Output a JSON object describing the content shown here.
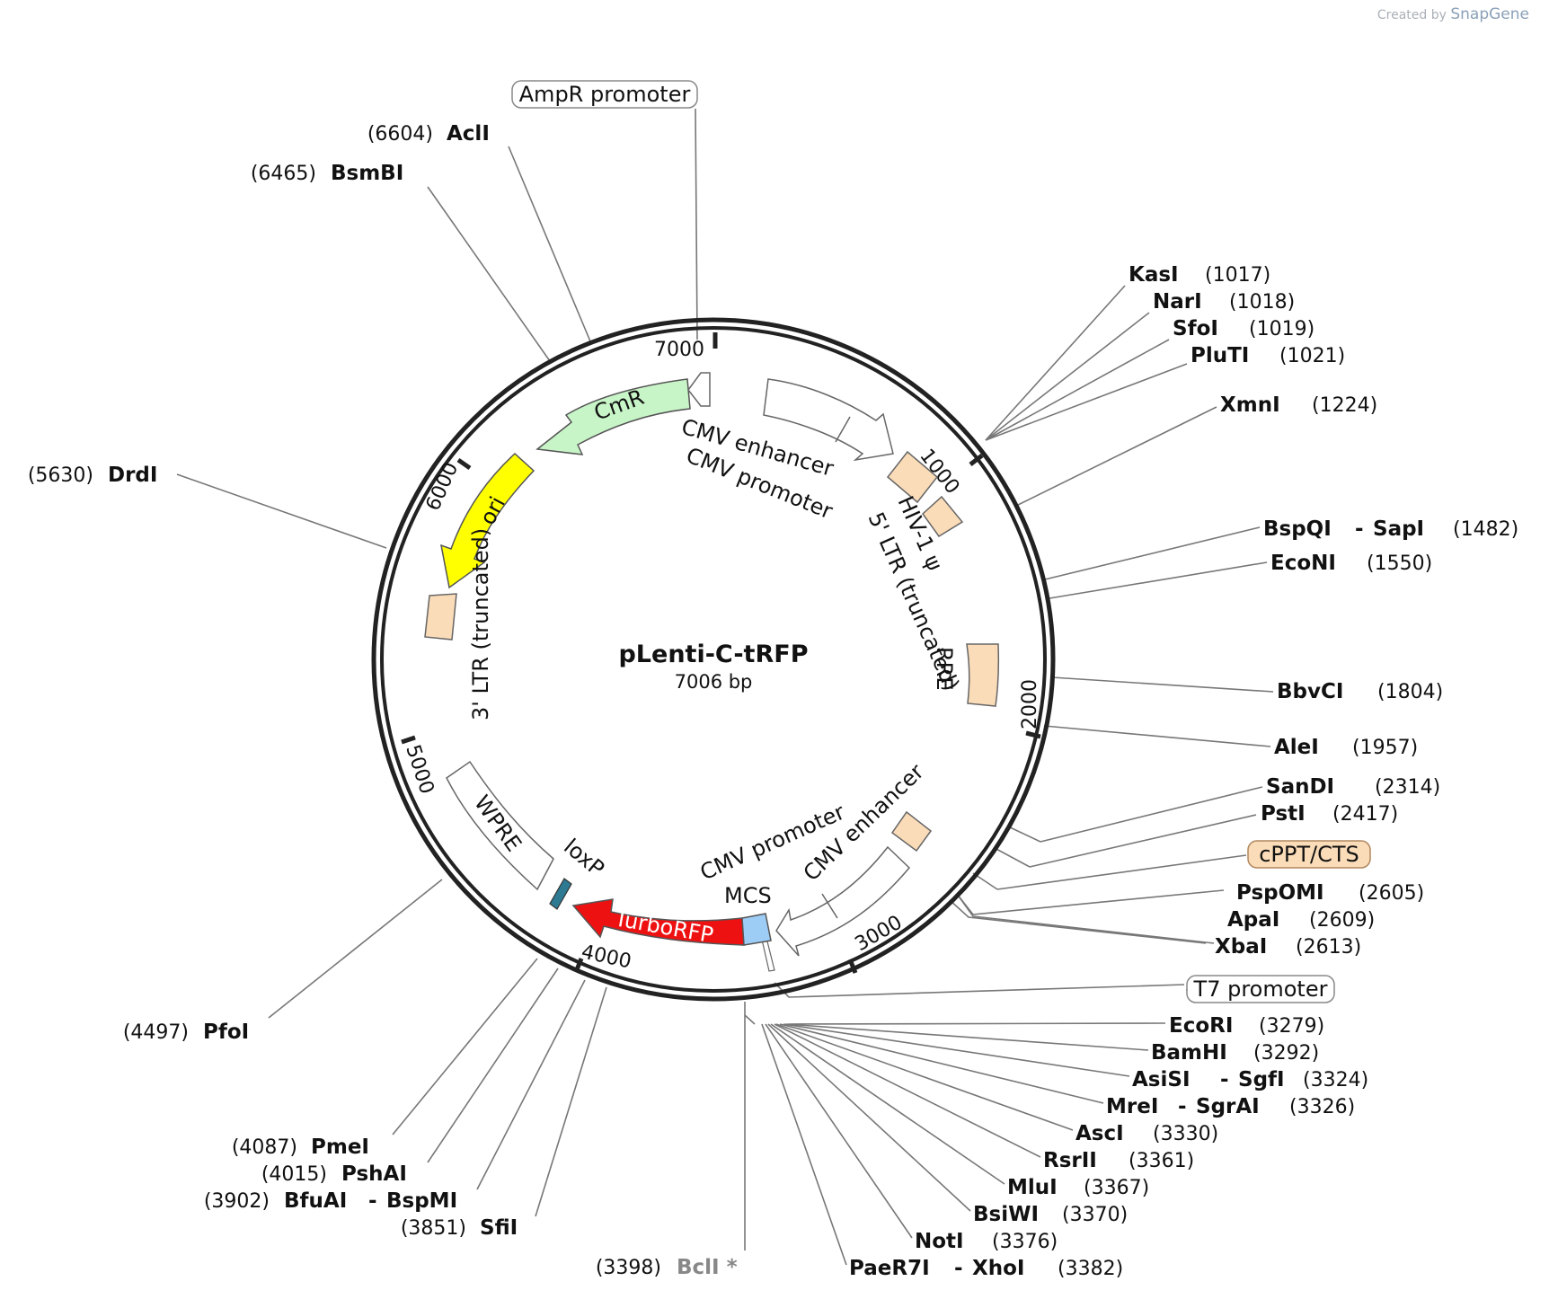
{
  "credit": {
    "prefix": "Created by",
    "brand": "SnapGene"
  },
  "plasmid": {
    "name": "pLenti-C-tRFP",
    "size": "7006 bp",
    "length": 7006
  },
  "ticks": [
    "1000",
    "2000",
    "3000",
    "4000",
    "5000",
    "6000",
    "7000"
  ],
  "features": [
    {
      "id": "cmr",
      "label": "CmR",
      "color": "#c8f5c8"
    },
    {
      "id": "ori",
      "label": "ori",
      "color": "#ffff00"
    },
    {
      "id": "cmv-top",
      "label1": "CMV enhancer",
      "label2": "CMV promoter",
      "color": "#ffffff"
    },
    {
      "id": "ltr5",
      "label": "5' LTR (truncated)",
      "color": "#fbdcb8"
    },
    {
      "id": "psi",
      "label": "HIV-1 ψ",
      "color": "#fbdcb8"
    },
    {
      "id": "rre",
      "label": "RRE",
      "color": "#fbdcb8"
    },
    {
      "id": "ltr3",
      "label": "3' LTR (truncated)",
      "color": "#fbdcb8"
    },
    {
      "id": "cmv-bottom",
      "label1": "CMV enhancer",
      "label2": "CMV promoter",
      "color": "#ffffff"
    },
    {
      "id": "mcs",
      "label": "MCS",
      "color": "#ffffff"
    },
    {
      "id": "turborfp",
      "label": "TurboRFP",
      "color": "#ee1111"
    },
    {
      "id": "mcs-block",
      "label": "",
      "color": "#9dccf5"
    },
    {
      "id": "loxp",
      "label": "loxP",
      "color": "#2e7a93"
    },
    {
      "id": "wpre",
      "label": "WPRE",
      "color": "#ffffff"
    }
  ],
  "boxed_labels": [
    {
      "id": "ampr",
      "text": "AmpR promoter",
      "fill": "#ffffff"
    },
    {
      "id": "cppt",
      "text": "cPPT/CTS",
      "fill": "#fbdcb8"
    },
    {
      "id": "t7",
      "text": "T7 promoter",
      "fill": "#ffffff"
    }
  ],
  "sites": [
    {
      "name": "AclI",
      "pos": "(6604)"
    },
    {
      "name": "BsmBI",
      "pos": "(6465)"
    },
    {
      "name": "DrdI",
      "pos": "(5630)"
    },
    {
      "name": "PfoI",
      "pos": "(4497)"
    },
    {
      "name": "PmeI",
      "pos": "(4087)"
    },
    {
      "name": "PshAI",
      "pos": "(4015)"
    },
    {
      "name": "BfuAI",
      "alt": "BspMI",
      "pos": "(3902)"
    },
    {
      "name": "SfiI",
      "pos": "(3851)"
    },
    {
      "name": "BclI *",
      "pos": "(3398)",
      "dim": true
    },
    {
      "name": "KasI",
      "pos": "(1017)"
    },
    {
      "name": "NarI",
      "pos": "(1018)"
    },
    {
      "name": "SfoI",
      "pos": "(1019)"
    },
    {
      "name": "PluTI",
      "pos": "(1021)"
    },
    {
      "name": "XmnI",
      "pos": "(1224)"
    },
    {
      "name": "BspQI",
      "alt": "SapI",
      "pos": "(1482)"
    },
    {
      "name": "EcoNI",
      "pos": "(1550)"
    },
    {
      "name": "BbvCI",
      "pos": "(1804)"
    },
    {
      "name": "AleI",
      "pos": "(1957)"
    },
    {
      "name": "SanDI",
      "pos": "(2314)"
    },
    {
      "name": "PstI",
      "pos": "(2417)"
    },
    {
      "name": "PspOMI",
      "pos": "(2605)"
    },
    {
      "name": "ApaI",
      "pos": "(2609)"
    },
    {
      "name": "XbaI",
      "pos": "(2613)"
    },
    {
      "name": "EcoRI",
      "pos": "(3279)"
    },
    {
      "name": "BamHI",
      "pos": "(3292)"
    },
    {
      "name": "AsiSI",
      "alt": "SgfI",
      "pos": "(3324)"
    },
    {
      "name": "MreI",
      "alt": "SgrAI",
      "pos": "(3326)"
    },
    {
      "name": "AscI",
      "pos": "(3330)"
    },
    {
      "name": "RsrII",
      "pos": "(3361)"
    },
    {
      "name": "MluI",
      "pos": "(3367)"
    },
    {
      "name": "BsiWI",
      "pos": "(3370)"
    },
    {
      "name": "NotI",
      "pos": "(3376)"
    },
    {
      "name": "PaeR7I",
      "alt": "XhoI",
      "pos": "(3382)"
    }
  ]
}
